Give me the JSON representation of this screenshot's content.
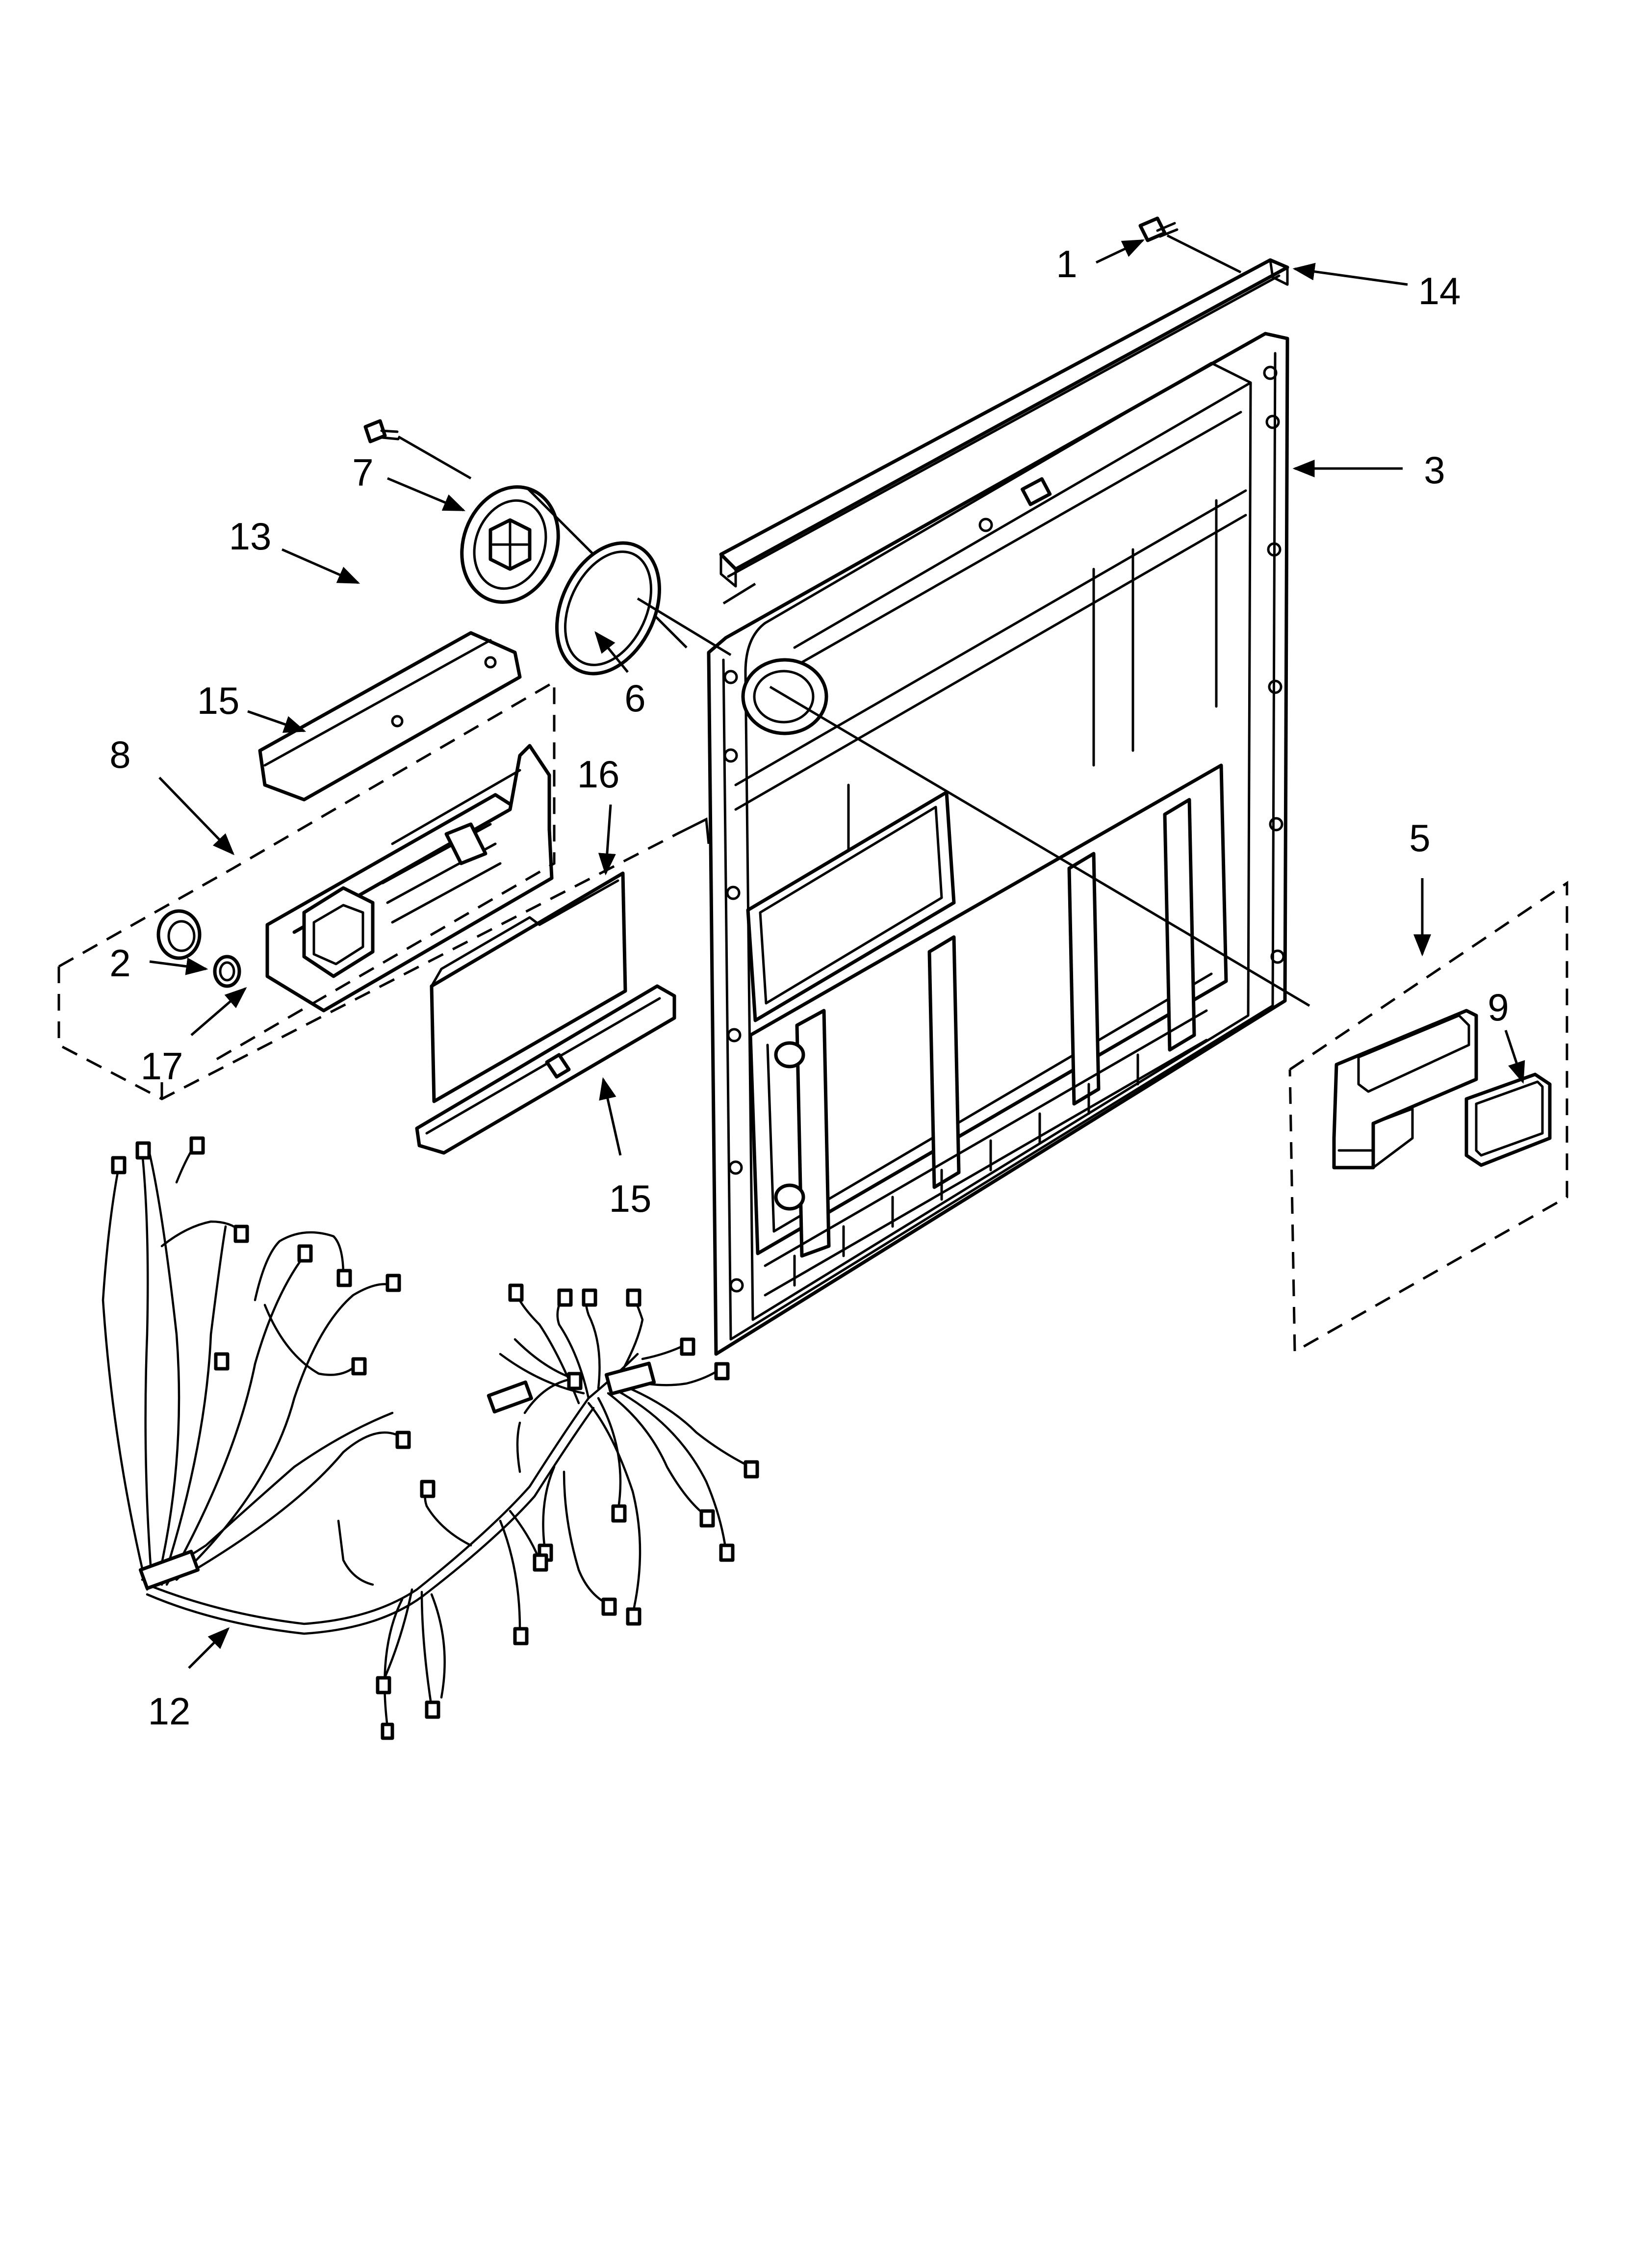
{
  "callouts": {
    "p1": "1",
    "p2": "2",
    "p3": "3",
    "p5": "5",
    "p6": "6",
    "p7": "7",
    "p8": "8",
    "p9": "9",
    "p12": "12",
    "p13": "13",
    "p14": "14",
    "p15a": "15",
    "p15b": "15",
    "p16": "16",
    "p17": "17"
  }
}
